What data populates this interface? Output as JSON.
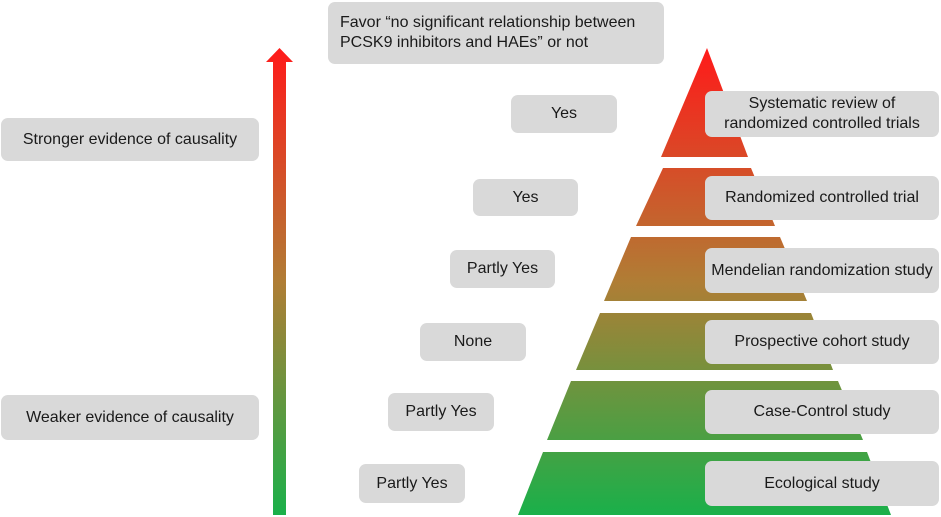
{
  "header": {
    "text": "Favor “no significant relationship between PCSK9 inhibitors and HAEs” or not"
  },
  "axis": {
    "top_label": "Stronger evidence of causality",
    "bottom_label": "Weaker evidence of causality"
  },
  "levels": [
    {
      "study": "Systematic review of randomized controlled trials",
      "favor": "Yes"
    },
    {
      "study": "Randomized controlled trial",
      "favor": "Yes"
    },
    {
      "study": "Mendelian randomization study",
      "favor": "Partly Yes"
    },
    {
      "study": "Prospective cohort study",
      "favor": "None"
    },
    {
      "study": "Case-Control study",
      "favor": "Partly Yes"
    },
    {
      "study": "Ecological study",
      "favor": "Partly Yes"
    }
  ],
  "colors": {
    "top": "#ff1a1a",
    "bottom": "#1ab04a",
    "label_box": "#d9d9d9"
  }
}
